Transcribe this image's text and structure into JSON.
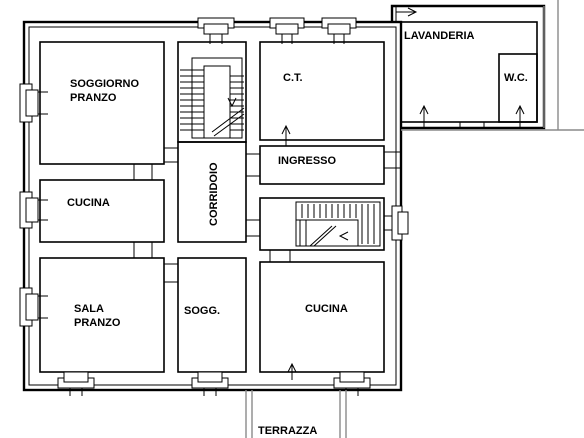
{
  "rooms": {
    "soggiorno_line1": "SOGGIORNO",
    "soggiorno_line2": "PRANZO",
    "cucina_left": "CUCINA",
    "sala_line1": "SALA",
    "sala_line2": "PRANZO",
    "soggiorno_small": "SOGG.",
    "corridoio": "CORRIDOIO",
    "ct": "C.T.",
    "ingresso": "INGRESSO",
    "cucina_right": "CUCINA",
    "lavanderia": "LAVANDERIA",
    "wc": "W.C.",
    "terrazza": "TERRAZZA"
  },
  "icons": {
    "window": "window-icon",
    "door_arrow": "door-arrow-icon",
    "stair": "staircase-icon"
  }
}
